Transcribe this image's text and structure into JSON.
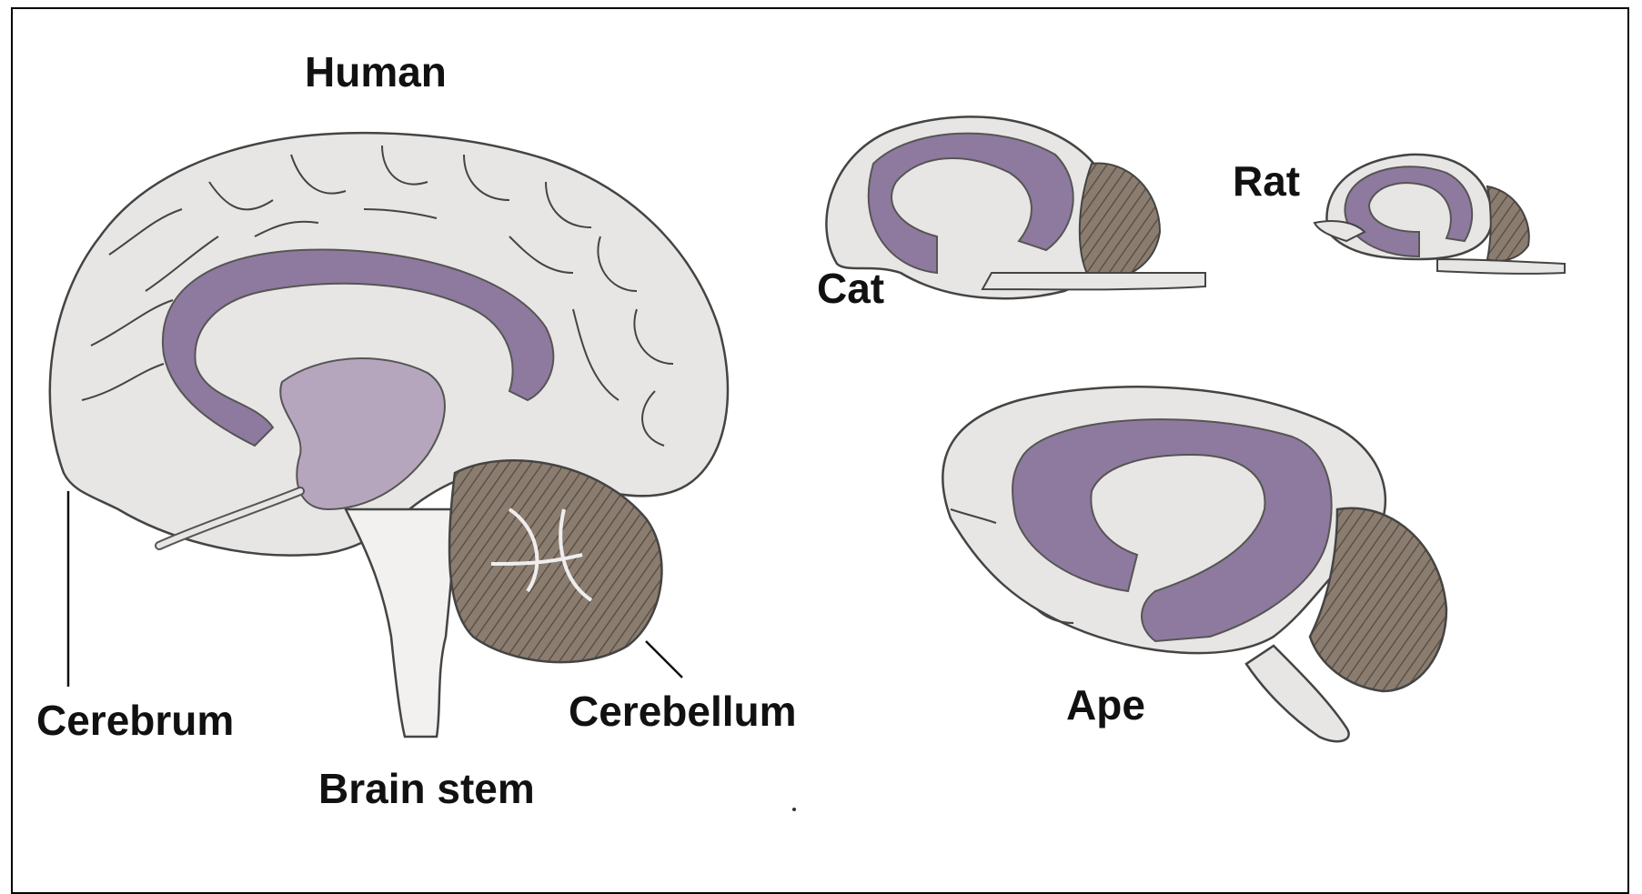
{
  "labels": {
    "human": "Human",
    "cat": "Cat",
    "rat": "Rat",
    "ape": "Ape",
    "cerebrum": "Cerebrum",
    "brain_stem": "Brain stem",
    "cerebellum": "Cerebellum"
  },
  "colors": {
    "cortex_fill": "#e8e6e4",
    "limbic_purple": "#8e7a9e",
    "cerebellum_brown": "#7d7063",
    "outline": "#444444"
  }
}
